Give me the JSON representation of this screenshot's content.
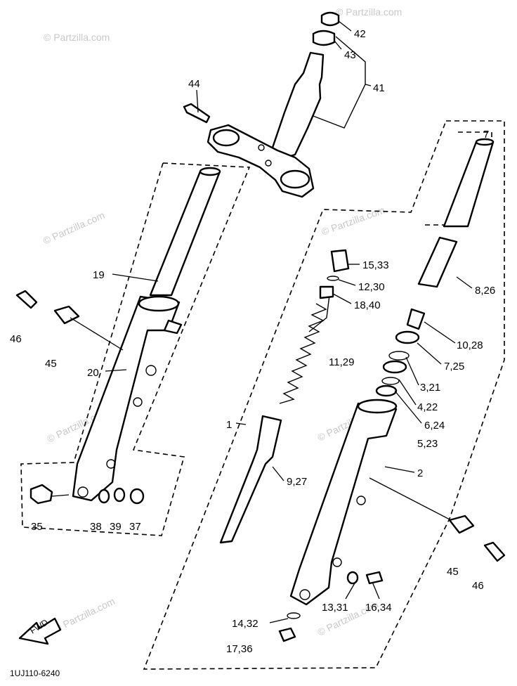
{
  "diagram": {
    "watermark": "© Partzilla.com",
    "diagram_code": "1UJ110-6240",
    "fwd_label": "FWD",
    "callouts": [
      {
        "id": "42",
        "text": "42"
      },
      {
        "id": "43",
        "text": "43"
      },
      {
        "id": "41",
        "text": "41"
      },
      {
        "id": "44",
        "text": "44"
      },
      {
        "id": "19",
        "text": "19"
      },
      {
        "id": "46a",
        "text": "46"
      },
      {
        "id": "45a",
        "text": "45"
      },
      {
        "id": "20",
        "text": "20"
      },
      {
        "id": "35",
        "text": "35"
      },
      {
        "id": "38",
        "text": "38"
      },
      {
        "id": "39",
        "text": "39"
      },
      {
        "id": "37",
        "text": "37"
      },
      {
        "id": "7",
        "text": "7"
      },
      {
        "id": "8_26",
        "text": "8,26"
      },
      {
        "id": "15_33",
        "text": "15,33"
      },
      {
        "id": "12_30",
        "text": "12,30"
      },
      {
        "id": "18_40",
        "text": "18,40"
      },
      {
        "id": "10_28",
        "text": "10,28"
      },
      {
        "id": "7_25",
        "text": "7,25"
      },
      {
        "id": "11_29",
        "text": "11,29"
      },
      {
        "id": "3_21",
        "text": "3,21"
      },
      {
        "id": "4_22",
        "text": "4,22"
      },
      {
        "id": "6_24",
        "text": "6,24"
      },
      {
        "id": "5_23",
        "text": "5,23"
      },
      {
        "id": "1",
        "text": "1"
      },
      {
        "id": "2",
        "text": "2"
      },
      {
        "id": "9_27",
        "text": "9,27"
      },
      {
        "id": "45b",
        "text": "45"
      },
      {
        "id": "46b",
        "text": "46"
      },
      {
        "id": "13_31",
        "text": "13,31"
      },
      {
        "id": "16_34",
        "text": "16,34"
      },
      {
        "id": "14_32",
        "text": "14,32"
      },
      {
        "id": "17_36",
        "text": "17,36"
      }
    ]
  }
}
